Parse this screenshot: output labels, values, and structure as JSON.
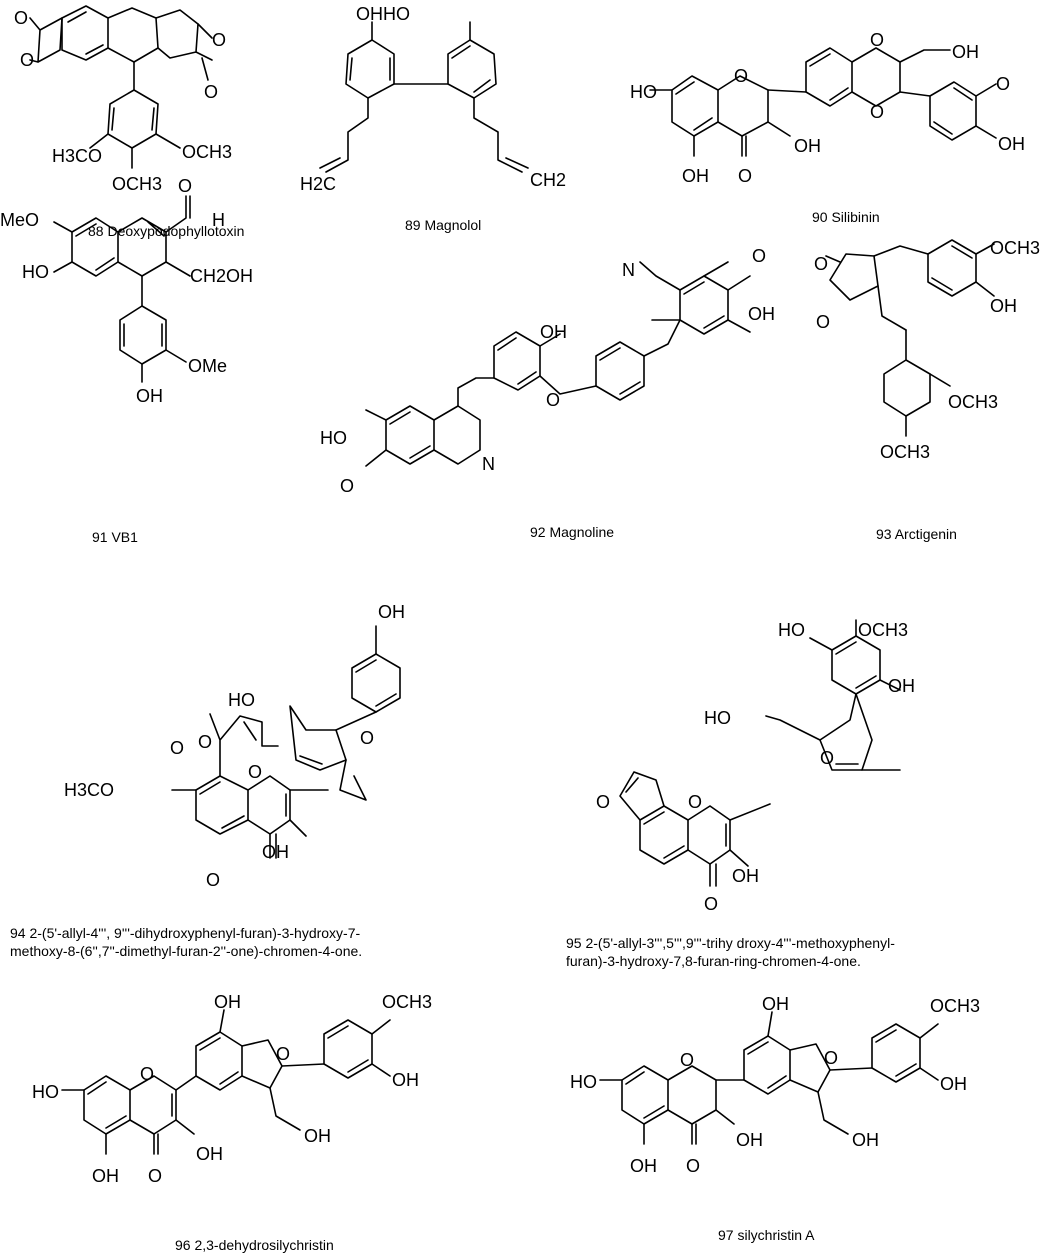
{
  "compounds": [
    {
      "id": "88",
      "name": "Deoxypodophyllotoxin",
      "caption": "88  Deoxypodophyllotoxin",
      "labels": {
        "o1": "O",
        "o2": "O",
        "o3": "O",
        "o4": "O",
        "ome_l": "H3CO",
        "ome_r": "OCH3",
        "ome_b": "OCH3"
      }
    },
    {
      "id": "89",
      "name": "Magnolol",
      "caption": "89 Magnolol",
      "labels": {
        "oh": "OHHO",
        "ch2_l": "H2C",
        "ch2_r": "CH2"
      }
    },
    {
      "id": "90",
      "name": "Silibinin",
      "caption": "90  Silibinin",
      "labels": {
        "ho7": "HO",
        "oh5": "OH",
        "o_ket": "O",
        "oh3": "OH",
        "o1": "O",
        "o_d1": "O",
        "o_d2": "O",
        "oh_ch2": "OH",
        "ome": "O",
        "oh4": "OH"
      }
    },
    {
      "id": "91",
      "name": "VB1",
      "caption": "91  VB1",
      "labels": {
        "meo": "MeO",
        "ho": "HO",
        "cho_o": "O",
        "cho_h": "H",
        "ch2oh": "CH2OH",
        "ome": "OMe",
        "oh": "OH"
      }
    },
    {
      "id": "92",
      "name": "Magnoline",
      "caption": "92   Magnoline",
      "labels": {
        "ho_l": "HO",
        "o_l": "O",
        "n_l": "N",
        "oh_m": "OH",
        "o_m": "O",
        "n_r": "N",
        "o_r": "O",
        "oh_r": "OH"
      }
    },
    {
      "id": "93",
      "name": "Arctigenin",
      "caption": "93  Arctigenin",
      "labels": {
        "o_k": "O",
        "o_r": "O",
        "ome1": "OCH3",
        "oh": "OH",
        "ome2": "OCH3",
        "ome3": "OCH3"
      }
    },
    {
      "id": "94",
      "caption": "94  2-(5'-allyl-4''', 9'''-dihydroxyphenyl-furan)-3-hydroxy-7-\nmethoxy-8-(6'',7''-dimethyl-furan-2''-one)-chromen-4-one.",
      "labels": {
        "oh_top": "OH",
        "ho": "HO",
        "o_lac": "O",
        "o_lk": "O",
        "o_f": "O",
        "h3co": "H3CO",
        "o_c": "O",
        "oh3": "OH",
        "o_4": "O"
      }
    },
    {
      "id": "95",
      "caption": "95  2-(5'-allyl-3''',5''',9'''-trihy  droxy-4'''-methoxyphenyl-\nfuran)-3-hydroxy-7,8-furan-ring-chromen-4-one.",
      "labels": {
        "ho_t": "HO",
        "ome": "OCH3",
        "oh_t": "OH",
        "ho": "HO",
        "o_f": "O",
        "o_fur": "O",
        "o_c": "O",
        "oh3": "OH",
        "o_4": "O"
      }
    },
    {
      "id": "96",
      "name": "2,3-dehydrosilychristin",
      "caption": "96 2,3-dehydrosilychristin",
      "labels": {
        "oh_t": "OH",
        "ome": "OCH3",
        "ho7": "HO",
        "o1": "O",
        "o_f": "O",
        "oh4": "OH",
        "oh5": "OH",
        "o_4": "O",
        "oh3": "OH",
        "oh_ch2": "OH"
      }
    },
    {
      "id": "97",
      "name": "silychristin A",
      "caption": "97  silychristin A",
      "labels": {
        "oh_t": "OH",
        "ome": "OCH3",
        "ho7": "HO",
        "o1": "O",
        "o_f": "O",
        "oh4": "OH",
        "oh5": "OH",
        "o_4": "O",
        "oh3": "OH",
        "oh_ch2": "OH"
      }
    }
  ]
}
